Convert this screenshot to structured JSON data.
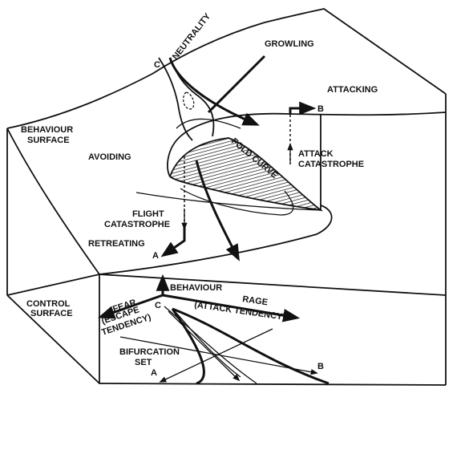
{
  "labels": {
    "neutrality": "NEUTRALITY",
    "growling": "GROWLING",
    "attacking": "ATTACKING",
    "behaviour_surface_1": "BEHAVIOUR",
    "behaviour_surface_2": "SURFACE",
    "avoiding": "AVOIDING",
    "fold_curve": "FOLD CURVE",
    "attack_catastrophe_1": "ATTACK",
    "attack_catastrophe_2": "CATASTROPHE",
    "flight_catastrophe_1": "FLIGHT",
    "flight_catastrophe_2": "CATASTROPHE",
    "retreating": "RETREATING",
    "behaviour": "BEHAVIOUR",
    "control_surface_1": "CONTROL",
    "control_surface_2": "SURFACE",
    "fear": "FEAR",
    "escape_1": "(ESCAPE",
    "escape_2": "TENDENCY)",
    "rage": "RAGE",
    "attack_tendency": "(ATTACK TENDENCY)",
    "bifurcation_1": "BIFURCATION",
    "bifurcation_2": "SET",
    "point_a_top": "A",
    "point_b_top": "B",
    "point_c_top": "C",
    "point_a_bottom": "A",
    "point_b_bottom": "B",
    "point_c_bottom": "C"
  }
}
